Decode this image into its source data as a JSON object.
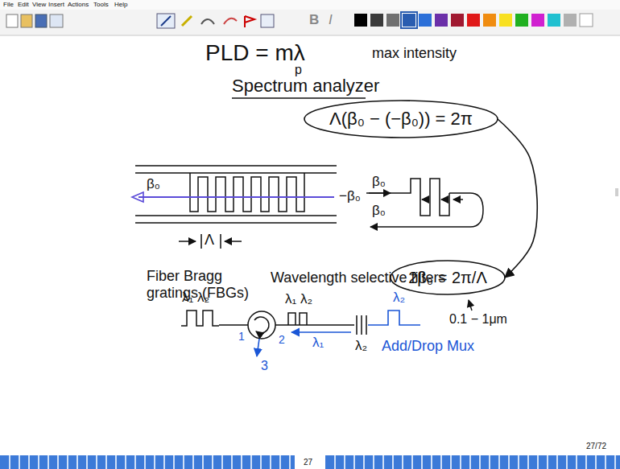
{
  "diagram": {
    "nodes": [
      {
        "text": [
          "Λ(β₀ − (−β₀)) = 2π"
        ]
      },
      {
        "text": [
          "2β₀ = 2π/Λ"
        ]
      }
    ],
    "edges": [
      {
        "from": 0,
        "to": 1,
        "arrow": "to"
      }
    ],
    "labels": [
      "File",
      "Edit",
      "View",
      "Insert",
      "Actions",
      "Tools",
      "Help",
      "PLD = mλ",
      "p",
      "max intensity",
      "Spectrum analyzer",
      "β₀",
      "−β₀",
      "Λ",
      "β₀",
      "β₀",
      "Fiber Bragg gratings (FBGs)",
      "Wavelength selective filters",
      "0.1 − 1μm",
      "λ₁ λ₂",
      "λ₁ λ₂",
      "λ₂",
      "λ₁",
      "λ₂",
      "1",
      "2",
      "3",
      "Add/Drop Mux",
      "27/72",
      "27",
      "B",
      "I"
    ]
  }
}
